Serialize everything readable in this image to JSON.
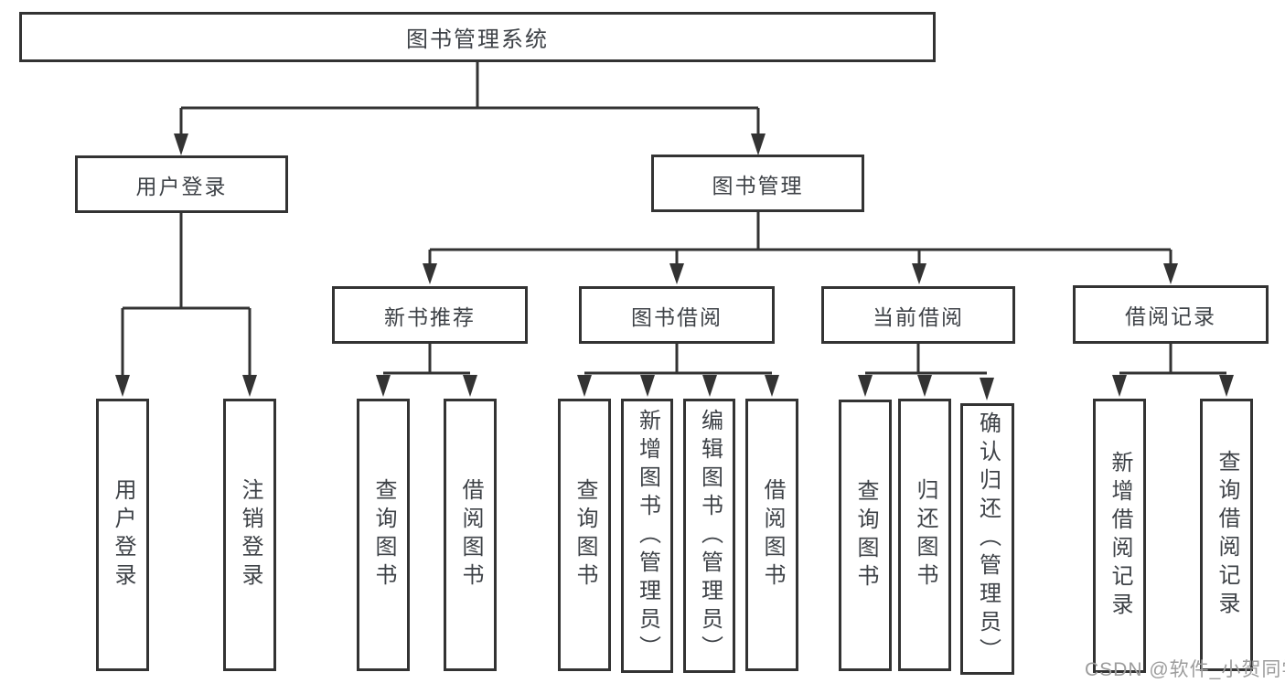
{
  "tree": {
    "label": "图书管理系统",
    "children": [
      {
        "label": "用户登录",
        "children": [
          {
            "label": "用户登录"
          },
          {
            "label": "注销登录"
          }
        ]
      },
      {
        "label": "图书管理",
        "children": [
          {
            "label": "新书推荐",
            "children": [
              {
                "label": "查询图书"
              },
              {
                "label": "借阅图书"
              }
            ]
          },
          {
            "label": "图书借阅",
            "children": [
              {
                "label": "查询图书"
              },
              {
                "label": "新增图书（管理员）"
              },
              {
                "label": "编辑图书（管理员）"
              },
              {
                "label": "借阅图书"
              }
            ]
          },
          {
            "label": "当前借阅",
            "children": [
              {
                "label": "查询图书"
              },
              {
                "label": "归还图书"
              },
              {
                "label": "确认归还（管理员）"
              }
            ]
          },
          {
            "label": "借阅记录",
            "children": [
              {
                "label": "新增借阅记录"
              },
              {
                "label": "查询借阅记录"
              }
            ]
          }
        ]
      }
    ]
  },
  "watermark": {
    "text": "CSDN @软件_小贺同学"
  },
  "colors": {
    "line": "#333333",
    "box_border": "#333333",
    "box_fill": "#ffffff",
    "text": "#3e4247",
    "watermark": "#9c9c9c",
    "background": "#ffffff"
  }
}
